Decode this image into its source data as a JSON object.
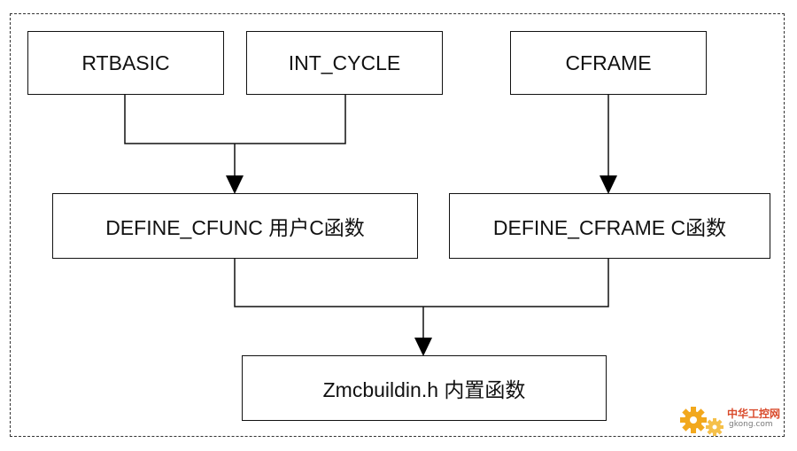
{
  "nodes": {
    "rtbasic": "RTBASIC",
    "int_cycle": "INT_CYCLE",
    "cframe": "CFRAME",
    "define_cfunc": "DEFINE_CFUNC 用户C函数",
    "define_cframe": "DEFINE_CFRAME C函数",
    "zmcbuildin": "Zmcbuildin.h 内置函数"
  },
  "watermark": {
    "cn": "中华工控网",
    "url": "gkong.com"
  },
  "colors": {
    "line": "#111111",
    "frame": "#333333",
    "watermark_gear": "#f2a81d",
    "watermark_text": "#d94a2b"
  }
}
